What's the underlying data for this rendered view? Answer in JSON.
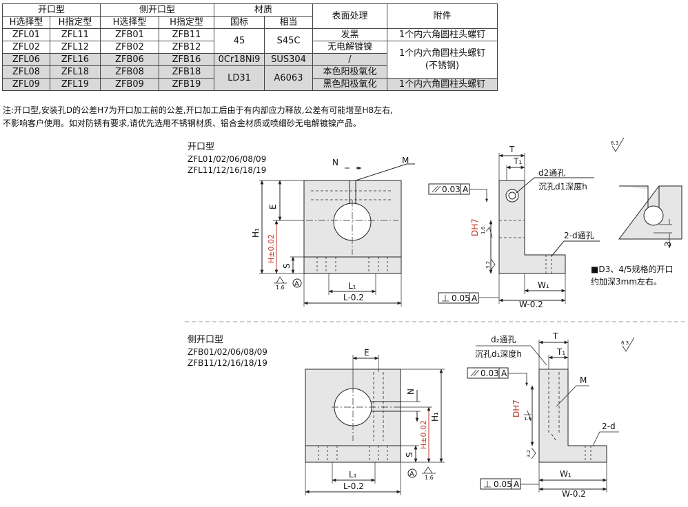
{
  "table": {
    "group_headers": {
      "open": "开口型",
      "side_open": "侧开口型",
      "material": "材质",
      "surface": "表面处理",
      "accessory": "附件"
    },
    "sub_headers": {
      "h_select_1": "H选择型",
      "h_specified_1": "H指定型",
      "h_select_2": "H选择型",
      "h_specified_2": "H指定型",
      "national": "国标",
      "equivalent": "相当"
    },
    "rows": [
      {
        "c1": "ZFL01",
        "c2": "ZFL11",
        "c3": "ZFB01",
        "c4": "ZFB11"
      },
      {
        "c1": "ZFL02",
        "c2": "ZFL12",
        "c3": "ZFB02",
        "c4": "ZFB12"
      },
      {
        "c1": "ZFL06",
        "c2": "ZFL16",
        "c3": "ZFB06",
        "c4": "ZFB16"
      },
      {
        "c1": "ZFL08",
        "c2": "ZFL18",
        "c3": "ZFB08",
        "c4": "ZFB18"
      },
      {
        "c1": "ZFL09",
        "c2": "ZFL19",
        "c3": "ZFB09",
        "c4": "ZFB19"
      }
    ],
    "material_national": [
      "45",
      "0Cr18Ni9",
      "LD31"
    ],
    "material_equivalent": [
      "S45C",
      "SUS304",
      "A6063"
    ],
    "surface": [
      "发黑",
      "无电解镀镍",
      "/",
      "本色阳极氧化",
      "黑色阳极氧化"
    ],
    "accessory": [
      "1个内六角圆柱头螺钉",
      "1个内六角圆柱头螺钉",
      "(不锈钢)",
      "1个内六角圆柱头螺钉"
    ]
  },
  "notes": {
    "line1": "注:开口型,安装孔D的公差H7为开口加工前的公差,开口加工后由于有内部应力释放,公差有可能增至H8左右,",
    "line2": "不影响客户使用。如对防锈有要求,请优先选用不锈钢材质、铝合金材质或喷细砂无电解镀镍产品。"
  },
  "drawing_top": {
    "title": "开口型",
    "models_1": "ZFL01/02/06/08/09",
    "models_2": "ZFL11/12/16/18/19",
    "labels": {
      "N": "N",
      "M": "M",
      "E": "E",
      "H1": "H₁",
      "H": "H±0.02",
      "S": "S",
      "L1": "L₁",
      "L": "L-0.2",
      "datum_A": "A",
      "rough_16": "1.6",
      "T": "T",
      "T1": "T₁",
      "d2": "d2通孔",
      "counterbore": "沉孔d1深度h",
      "tol_parallel": "0.03",
      "tol_ref": "A",
      "D": "DH7",
      "hole_2d": "2-d通孔",
      "rough_32": "3.2",
      "W1": "W₁",
      "W": "W-0.2",
      "tol_perp": "0.05",
      "rough_63": "6.3",
      "dim_3": "3"
    },
    "side_note_1": "■D3、4/5规格的开口",
    "side_note_2": "约加深3mm左右。"
  },
  "drawing_bottom": {
    "title": "侧开口型",
    "models_1": "ZFB01/02/06/08/09",
    "models_2": "ZFB11/12/16/18/19",
    "labels": {
      "E": "E",
      "N": "N",
      "H1": "H₁",
      "H": "H±0.02",
      "S": "S",
      "L1": "L₁",
      "L": "L-0.2",
      "datum_A": "A",
      "rough_16": "1.6",
      "d2": "d₂通孔",
      "counterbore": "沉孔d₁深度h",
      "T": "T",
      "T1": "T₁",
      "tol_parallel": "0.03",
      "tol_ref": "A",
      "M": "M",
      "D": "DH7",
      "hole_2d": "2-d",
      "rough_32": "3.2",
      "W1": "W₁",
      "W": "W-0.2",
      "tol_perp": "0.05",
      "rough_63": "6.3"
    }
  }
}
